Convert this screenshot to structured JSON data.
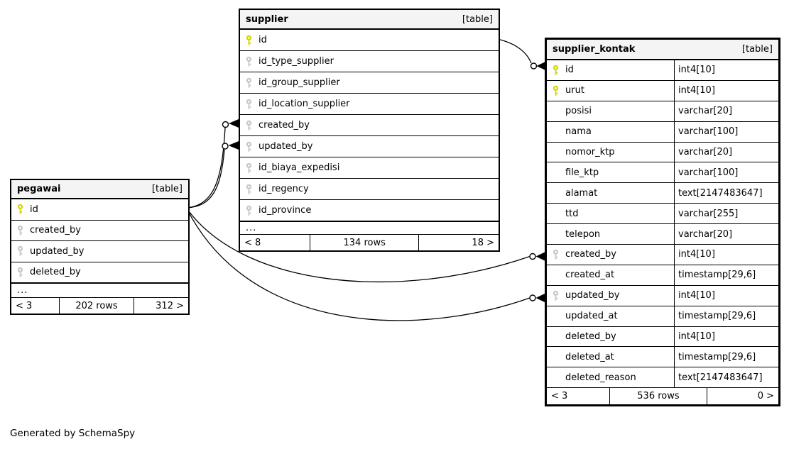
{
  "generator_note": "Generated by SchemaSpy",
  "colors": {
    "primary_key": "#d6d600",
    "foreign_key": "#c8c8c8",
    "header_bg": "#f4f4f4",
    "border": "#000000"
  },
  "tables": [
    {
      "id": "pegawai",
      "name": "pegawai",
      "stereotype": "[table]",
      "columns": [
        {
          "name": "id",
          "key": "primary"
        },
        {
          "name": "created_by",
          "key": "foreign"
        },
        {
          "name": "updated_by",
          "key": "foreign"
        },
        {
          "name": "deleted_by",
          "key": "foreign"
        },
        {
          "name": "...",
          "ellipsis": true
        }
      ],
      "footer": {
        "prev": "< 3",
        "rows": "202 rows",
        "next": "312 >"
      }
    },
    {
      "id": "supplier",
      "name": "supplier",
      "stereotype": "[table]",
      "columns": [
        {
          "name": "id",
          "key": "primary"
        },
        {
          "name": "id_type_supplier",
          "key": "foreign"
        },
        {
          "name": "id_group_supplier",
          "key": "foreign"
        },
        {
          "name": "id_location_supplier",
          "key": "foreign"
        },
        {
          "name": "created_by",
          "key": "foreign"
        },
        {
          "name": "updated_by",
          "key": "foreign"
        },
        {
          "name": "id_biaya_expedisi",
          "key": "foreign"
        },
        {
          "name": "id_regency",
          "key": "foreign"
        },
        {
          "name": "id_province",
          "key": "foreign"
        },
        {
          "name": "...",
          "ellipsis": true
        }
      ],
      "footer": {
        "prev": "< 8",
        "rows": "134 rows",
        "next": "18 >"
      }
    },
    {
      "id": "supplier_kontak",
      "name": "supplier_kontak",
      "stereotype": "[table]",
      "columns": [
        {
          "name": "id",
          "type": "int4[10]",
          "key": "primary"
        },
        {
          "name": "urut",
          "type": "int4[10]",
          "key": "primary"
        },
        {
          "name": "posisi",
          "type": "varchar[20]"
        },
        {
          "name": "nama",
          "type": "varchar[100]"
        },
        {
          "name": "nomor_ktp",
          "type": "varchar[20]"
        },
        {
          "name": "file_ktp",
          "type": "varchar[100]"
        },
        {
          "name": "alamat",
          "type": "text[2147483647]"
        },
        {
          "name": "ttd",
          "type": "varchar[255]"
        },
        {
          "name": "telepon",
          "type": "varchar[20]"
        },
        {
          "name": "created_by",
          "type": "int4[10]",
          "key": "foreign"
        },
        {
          "name": "created_at",
          "type": "timestamp[29,6]"
        },
        {
          "name": "updated_by",
          "type": "int4[10]",
          "key": "foreign"
        },
        {
          "name": "updated_at",
          "type": "timestamp[29,6]"
        },
        {
          "name": "deleted_by",
          "type": "int4[10]"
        },
        {
          "name": "deleted_at",
          "type": "timestamp[29,6]"
        },
        {
          "name": "deleted_reason",
          "type": "text[2147483647]"
        }
      ],
      "footer": {
        "prev": "< 3",
        "rows": "536 rows",
        "next": "0 >"
      }
    }
  ],
  "relationships": [
    {
      "from": "supplier.id",
      "to": "supplier_kontak.id"
    },
    {
      "from": "pegawai.id",
      "to": "supplier.created_by"
    },
    {
      "from": "pegawai.id",
      "to": "supplier.updated_by"
    },
    {
      "from": "pegawai.id",
      "to": "supplier_kontak.created_by"
    },
    {
      "from": "pegawai.id",
      "to": "supplier_kontak.updated_by"
    }
  ]
}
